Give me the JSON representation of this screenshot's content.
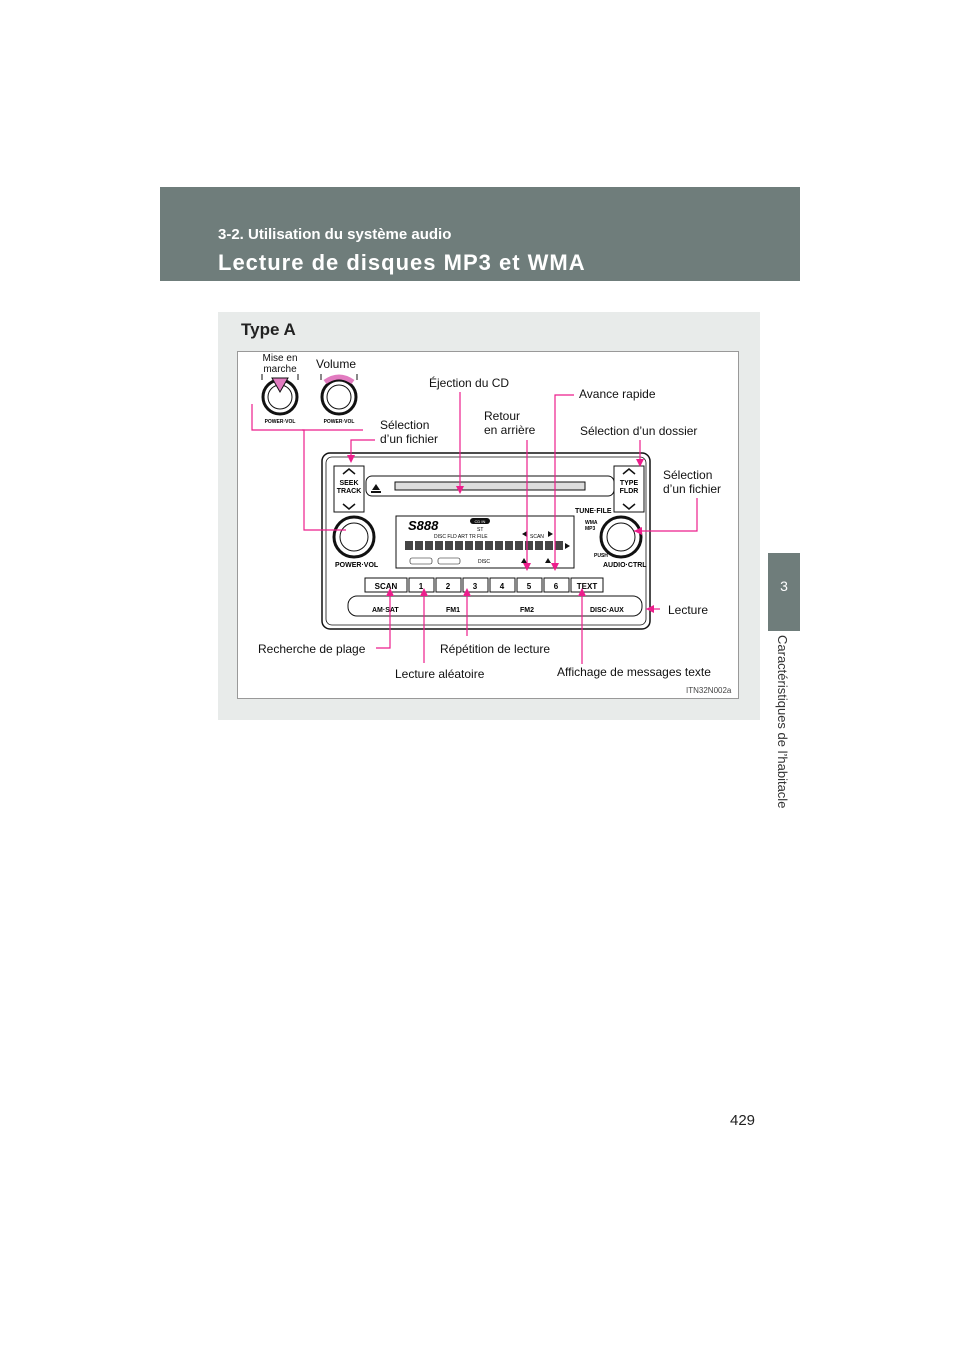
{
  "header": {
    "section": "3-2. Utilisation du système audio",
    "title": "Lecture de disques MP3 et WMA"
  },
  "side_tab": {
    "number": "3",
    "label": "Caractéristiques de l’habitacle"
  },
  "figure": {
    "type_label": "Type A",
    "code": "ITN32N002a",
    "callouts": {
      "power_on": "Mise en\nmarche",
      "volume": "Volume",
      "eject": "Éjection du CD",
      "fast_forward": "Avance rapide",
      "rewind": "Retour\nen arrière",
      "file_select_left": "Sélection\nd’un fichier",
      "folder_select": "Sélection d’un dossier",
      "file_select_right": "Sélection\nd’un fichier",
      "play": "Lecture",
      "track_scan": "Recherche de plage",
      "repeat": "Répétition de lecture",
      "random": "Lecture aléatoire",
      "text_display": "Affichage de messages texte"
    },
    "radio": {
      "knob_label": "POWER·VOL",
      "seek_track": "SEEK\nTRACK",
      "type_fldr": "TYPE\nFLDR",
      "tune_file": "TUNE·FILE",
      "audio_ctrl": "AUDIO·CTRL",
      "push": "PUSH",
      "scan_btn": "SCAN",
      "text_btn": "TEXT",
      "presets": [
        "1",
        "2",
        "3",
        "4",
        "5",
        "6"
      ],
      "am_sat": "AM·SAT",
      "fm1": "FM1",
      "fm2": "FM2",
      "disc_aux": "DISC·AUX",
      "display_text": "S888",
      "cd_in": "CD IN",
      "st": "ST",
      "disc_row": "DISC    FLD  ART  TR  FILE",
      "scan_indicator": "SCAN",
      "wma_mp3": "WMA\nMP3",
      "knob_small": "POWER·VOL"
    }
  },
  "page_number": "429",
  "colors": {
    "header_band": "#6f7d7b",
    "callout_line": "#ec1e8c",
    "figure_panel": "#e8ebea"
  }
}
